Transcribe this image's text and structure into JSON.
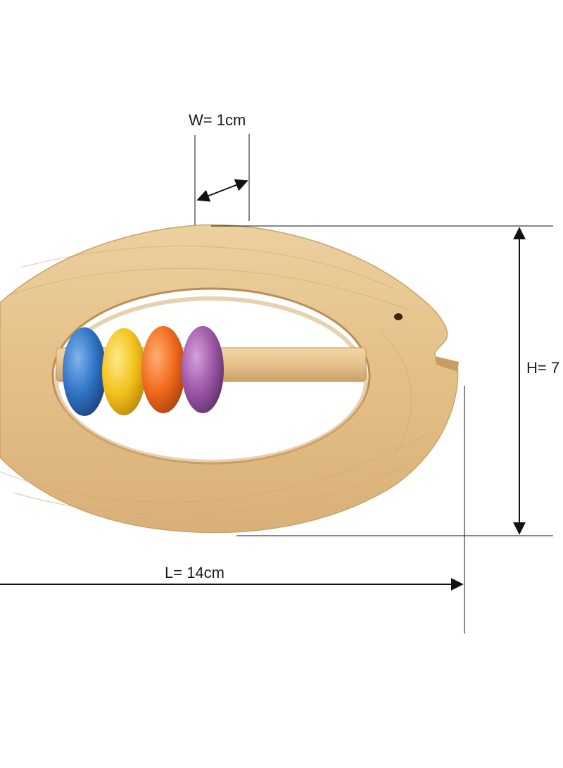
{
  "product": {
    "name": "wooden fish rattle toy",
    "bead_colors": [
      "#2f72c4",
      "#f2c21b",
      "#f06a1c",
      "#9c57a6"
    ],
    "wood_color": "#e8c58e"
  },
  "dimensions": {
    "width_label": "W= 1cm",
    "height_label": "H= 7",
    "length_label": "L= 14cm"
  }
}
